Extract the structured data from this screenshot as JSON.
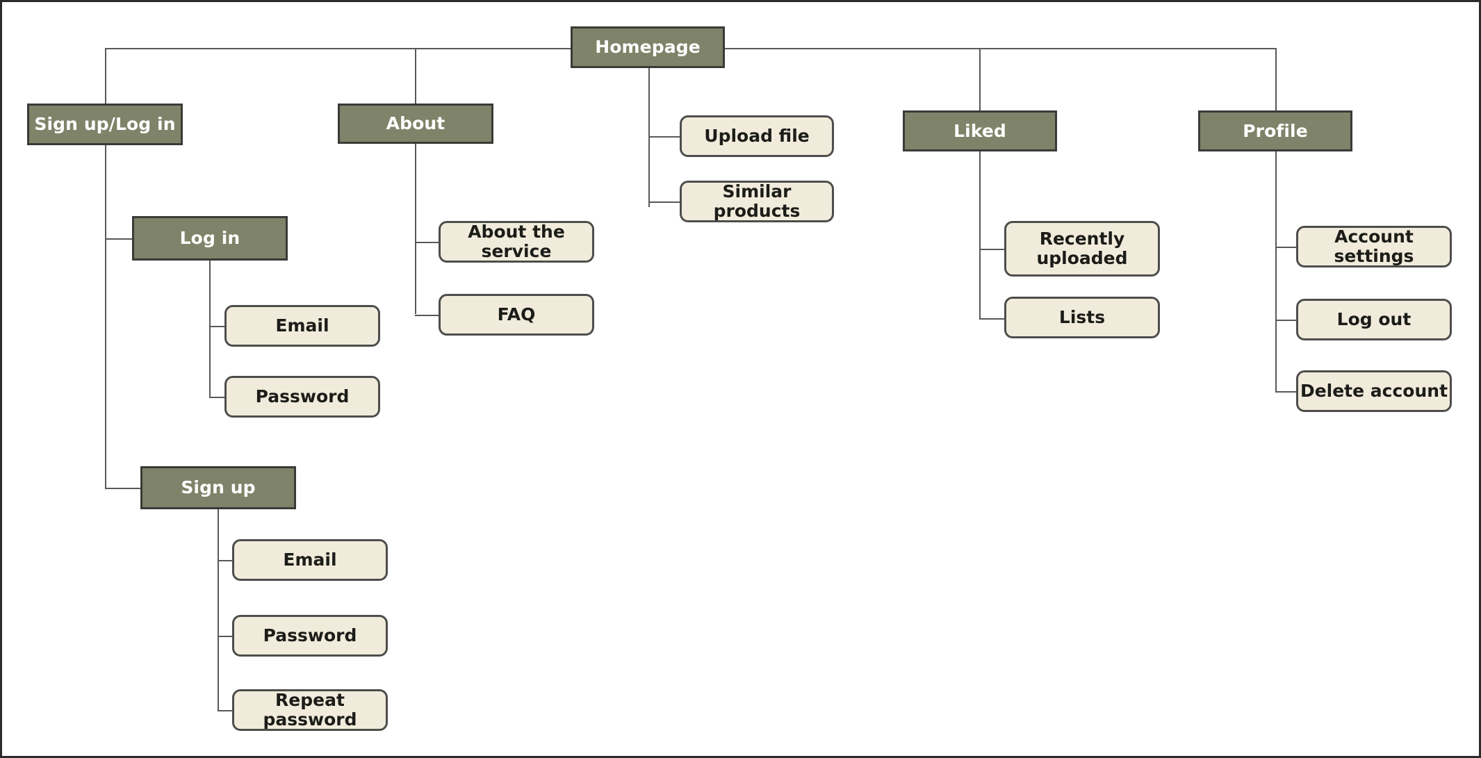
{
  "diagram": {
    "type": "sitemap-tree",
    "title_node": "Homepage",
    "colors": {
      "primary_fill": "#7f8369",
      "primary_border": "#3a3a38",
      "primary_text": "#ffffff",
      "leaf_fill": "#f0ebdb",
      "leaf_border": "#4d4d4b",
      "leaf_text": "#1c1c18",
      "connector": "#585856",
      "frame": "#2b2b2b",
      "background": "#ffffff"
    },
    "nodes": {
      "homepage": "Homepage",
      "signup_login": "Sign up/Log in",
      "about": "About",
      "liked": "Liked",
      "profile": "Profile",
      "upload_file": "Upload file",
      "similar_products": "Similar products",
      "login": "Log in",
      "login_email": "Email",
      "login_password": "Password",
      "signup": "Sign up",
      "signup_email": "Email",
      "signup_password": "Password",
      "signup_repeat_password": "Repeat password",
      "about_the_service": "About the service",
      "faq": "FAQ",
      "recently_uploaded": "Recently\nuploaded",
      "recently_uploaded_line1": "Recently",
      "recently_uploaded_line2": "uploaded",
      "lists": "Lists",
      "account_settings": "Account settings",
      "log_out": "Log out",
      "delete_account": "Delete account"
    },
    "tree": {
      "label": "Homepage",
      "children": [
        {
          "label": "Sign up/Log in",
          "children": [
            {
              "label": "Log in",
              "children": [
                {
                  "label": "Email"
                },
                {
                  "label": "Password"
                }
              ]
            },
            {
              "label": "Sign up",
              "children": [
                {
                  "label": "Email"
                },
                {
                  "label": "Password"
                },
                {
                  "label": "Repeat password"
                }
              ]
            }
          ]
        },
        {
          "label": "About",
          "children": [
            {
              "label": "About the service"
            },
            {
              "label": "FAQ"
            }
          ]
        },
        {
          "label": "Upload file"
        },
        {
          "label": "Similar products"
        },
        {
          "label": "Liked",
          "children": [
            {
              "label": "Recently uploaded"
            },
            {
              "label": "Lists"
            }
          ]
        },
        {
          "label": "Profile",
          "children": [
            {
              "label": "Account settings"
            },
            {
              "label": "Log out"
            },
            {
              "label": "Delete account"
            }
          ]
        }
      ]
    }
  }
}
